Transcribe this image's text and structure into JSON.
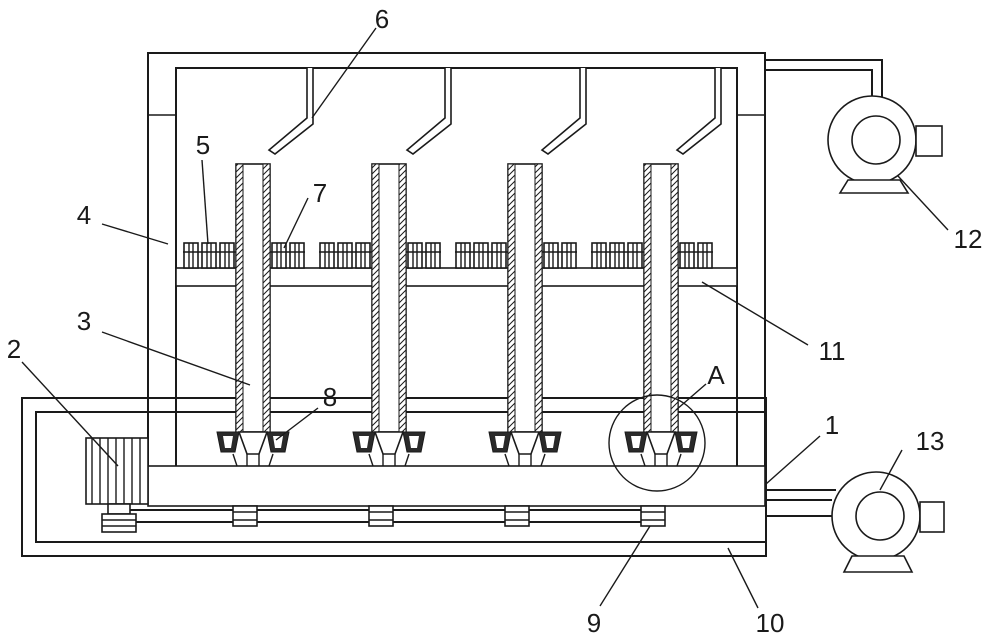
{
  "labels": {
    "l1": "1",
    "l2": "2",
    "l3": "3",
    "l4": "4",
    "l5": "5",
    "l6": "6",
    "l7": "7",
    "l8": "8",
    "l9": "9",
    "l10": "10",
    "l11": "11",
    "l12": "12",
    "l13": "13",
    "lA": "A"
  }
}
